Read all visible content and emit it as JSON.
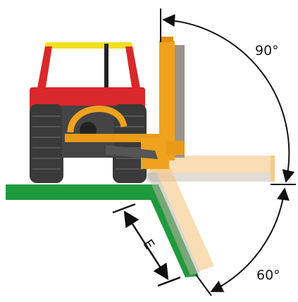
{
  "labels": {
    "angle_up": "90°",
    "angle_down": "60°",
    "dimension": "E"
  },
  "colors": {
    "ground": "#1f9a3c",
    "tractor_red": "#d9282a",
    "roof_yellow": "#f2e020",
    "arm_orange": "#f0a21e",
    "tire": "#3a3a3a",
    "line": "#111111"
  }
}
